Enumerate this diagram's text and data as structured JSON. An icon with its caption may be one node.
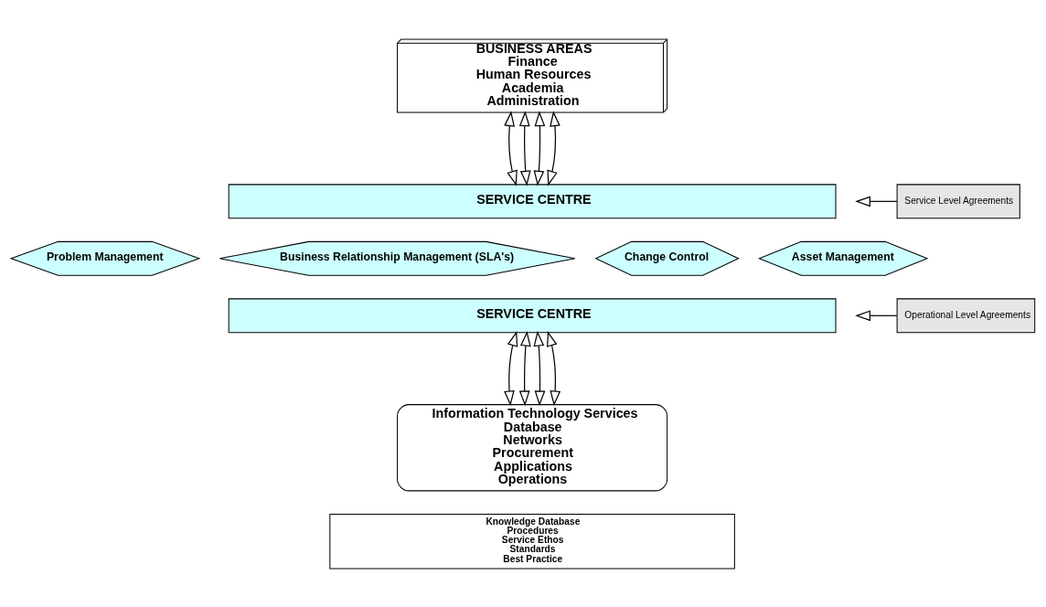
{
  "diagram": {
    "nodes": [
      {
        "text": [
          "BUSINESS AREAS",
          "Finance",
          "Human Resources",
          "Academia",
          "Administration"
        ]
      },
      {
        "text": [
          "Service Level Agreements"
        ]
      },
      {
        "text": [
          "SERVICE CENTRE"
        ]
      },
      {
        "text": [
          "Problem Management"
        ]
      },
      {
        "text": [
          "Business Relationship Management (SLA's)"
        ]
      },
      {
        "text": [
          "Change Control"
        ]
      },
      {
        "text": [
          "Asset Management"
        ]
      },
      {
        "text": [
          "SERVICE CENTRE"
        ]
      },
      {
        "text": [
          "Operational Level Agreements"
        ]
      },
      {
        "text": [
          "Information Technology Services",
          "Database",
          "Networks",
          "Procurement",
          "Applications",
          "Operations"
        ]
      },
      {
        "text": [
          "Knowledge Database",
          "Procedures",
          "Service Ethos",
          "Standards",
          "Best Practice"
        ]
      }
    ],
    "edges": [
      {
        "from": 0,
        "to": 2,
        "arrow": "both"
      },
      {
        "from": 0,
        "to": 2,
        "arrow": "both"
      },
      {
        "from": 0,
        "to": 2,
        "arrow": "both"
      },
      {
        "from": 0,
        "to": 2,
        "arrow": "both"
      },
      {
        "from": 1,
        "to": null,
        "arrow": "to"
      },
      {
        "from": 7,
        "to": 9,
        "arrow": "both"
      },
      {
        "from": 7,
        "to": 9,
        "arrow": "both"
      },
      {
        "from": 7,
        "to": 9,
        "arrow": "both"
      },
      {
        "from": 7,
        "to": 9,
        "arrow": "both"
      },
      {
        "from": 8,
        "to": null,
        "arrow": "to"
      }
    ]
  }
}
